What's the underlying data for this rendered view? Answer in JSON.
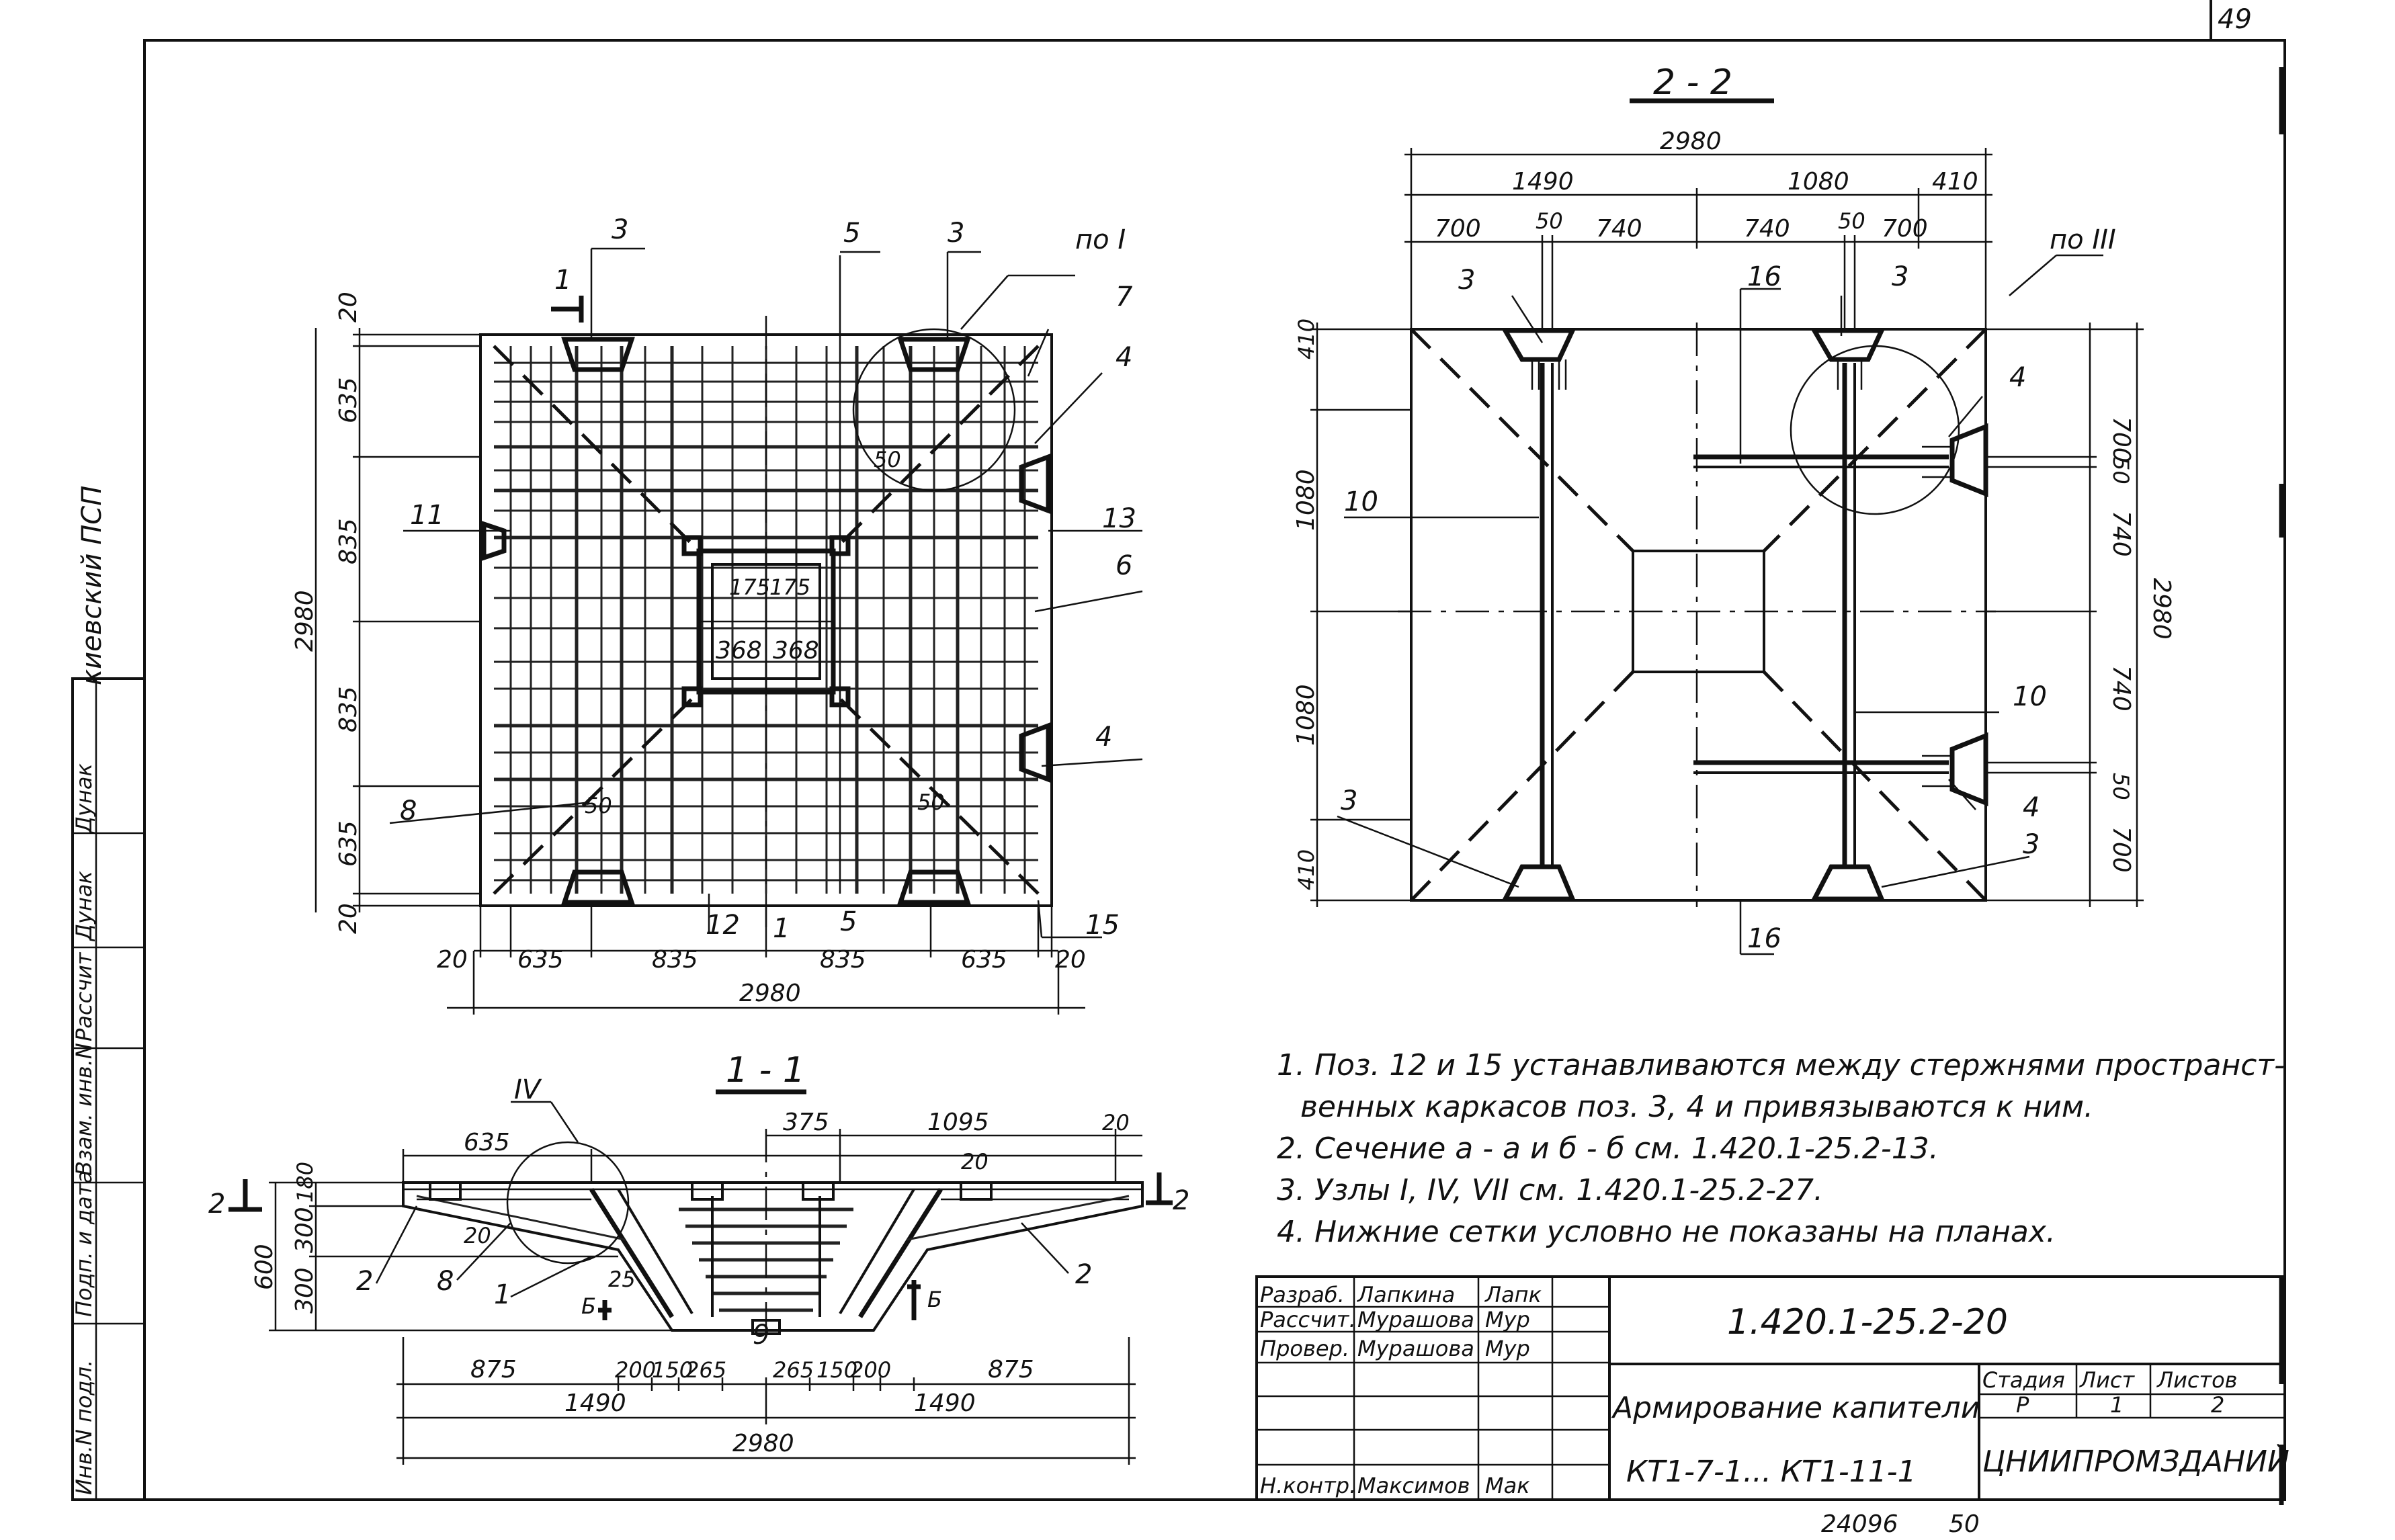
{
  "sheet": {
    "corner_number": "49",
    "bottom_inventory": "24096",
    "bottom_page": "50"
  },
  "sidebar": {
    "org": "киевский ПСП",
    "role1": "Рассчит",
    "name1": "Дунак",
    "role2": "Взам. инв.N",
    "role3": "Подп. и дата",
    "role4": "Инв.N подл."
  },
  "plan": {
    "dim_total_bottom": "2980",
    "dim_total_left": "2980",
    "dims_bottom": [
      "20",
      "635",
      "835",
      "835",
      "635",
      "20"
    ],
    "dims_left": [
      "20",
      "635",
      "835",
      "835",
      "635",
      "20"
    ],
    "dims_center_top": [
      "175",
      "175"
    ],
    "dims_center_bottom": [
      "368",
      "368"
    ],
    "angle_marks": [
      "50",
      "50",
      "50"
    ],
    "labels": {
      "p3a": "3",
      "p5": "5",
      "p3b": "3",
      "uzel1": "по I",
      "p7": "7",
      "p4a": "4",
      "p13": "13",
      "p6": "6",
      "p4b": "4",
      "p11": "11",
      "p8": "8",
      "p12": "12",
      "p1b": "1",
      "p5b": "5",
      "p15": "15",
      "cut1": "1"
    }
  },
  "section22": {
    "title": "2 - 2",
    "dim_total": "2980",
    "dims_row1": [
      "1490",
      "1080",
      "410"
    ],
    "dims_row2": [
      "700",
      "50",
      "740",
      "740",
      "50",
      "700"
    ],
    "dims_left": [
      "410",
      "1080",
      "1080",
      "410"
    ],
    "dims_right": [
      "700",
      "50",
      "740",
      "740",
      "50",
      "700"
    ],
    "dim_right_total": "2980",
    "labels": {
      "p3a": "3",
      "p16a": "16",
      "p3b": "3",
      "uzel3": "по III",
      "p4a": "4",
      "p10a": "10",
      "p10b": "10",
      "p4b": "4",
      "p3c": "3",
      "p3d": "3",
      "p16b": "16"
    }
  },
  "section11": {
    "title": "1 - 1",
    "uzel4": "IV",
    "dims_top": [
      "635",
      "375",
      "1095",
      "20",
      "20"
    ],
    "dims_left": [
      "180",
      "300",
      "300",
      "600"
    ],
    "dims_bottom_row1": [
      "875",
      "200",
      "150",
      "265",
      "265",
      "150",
      "200",
      "875"
    ],
    "dims_bottom_row2": [
      "1490",
      "1490"
    ],
    "dim_total": "2980",
    "labels": {
      "cut2l": "2",
      "cut2r": "2",
      "p2a": "2",
      "p8": "8",
      "p1": "1",
      "p2b": "2",
      "p9": "9",
      "cutB": "Б",
      "cutB2": "Б",
      "ang20": "20",
      "ang25": "25"
    }
  },
  "notes": [
    "1. Поз. 12 и 15 устанавливаются между стержнями пространст-",
    "венных каркасов поз. 3, 4 и привязываются к ним.",
    "2. Сечение а - а   и  б - б  см.  1.420.1-25.2-13.",
    "3. Узлы I, IV, VII  см. 1.420.1-25.2-27.",
    "4. Нижние сетки условно не показаны на планах."
  ],
  "stamp": {
    "rows": [
      {
        "role": "Разраб.",
        "name": "Лапкина",
        "sign": "Лапк"
      },
      {
        "role": "Рассчит.",
        "name": "Мурашова",
        "sign": "Мур"
      },
      {
        "role": "Провер.",
        "name": "Мурашова",
        "sign": "Мур"
      },
      {
        "role": "",
        "name": "",
        "sign": ""
      },
      {
        "role": "",
        "name": "",
        "sign": ""
      },
      {
        "role": "",
        "name": "",
        "sign": ""
      },
      {
        "role": "Н.контр.",
        "name": "Максимов",
        "sign": "Мак"
      }
    ],
    "doc_code": "1.420.1-25.2-20",
    "doc_title_line1": "Армирование капители",
    "doc_title_line2": "КТ1-7-1... КТ1-11-1",
    "stage_label": "Стадия",
    "sheet_label": "Лист",
    "sheets_label": "Листов",
    "stage": "Р",
    "sheet": "1",
    "sheets": "2",
    "org": "ЦНИИПРОМЗДАНИЙ"
  }
}
